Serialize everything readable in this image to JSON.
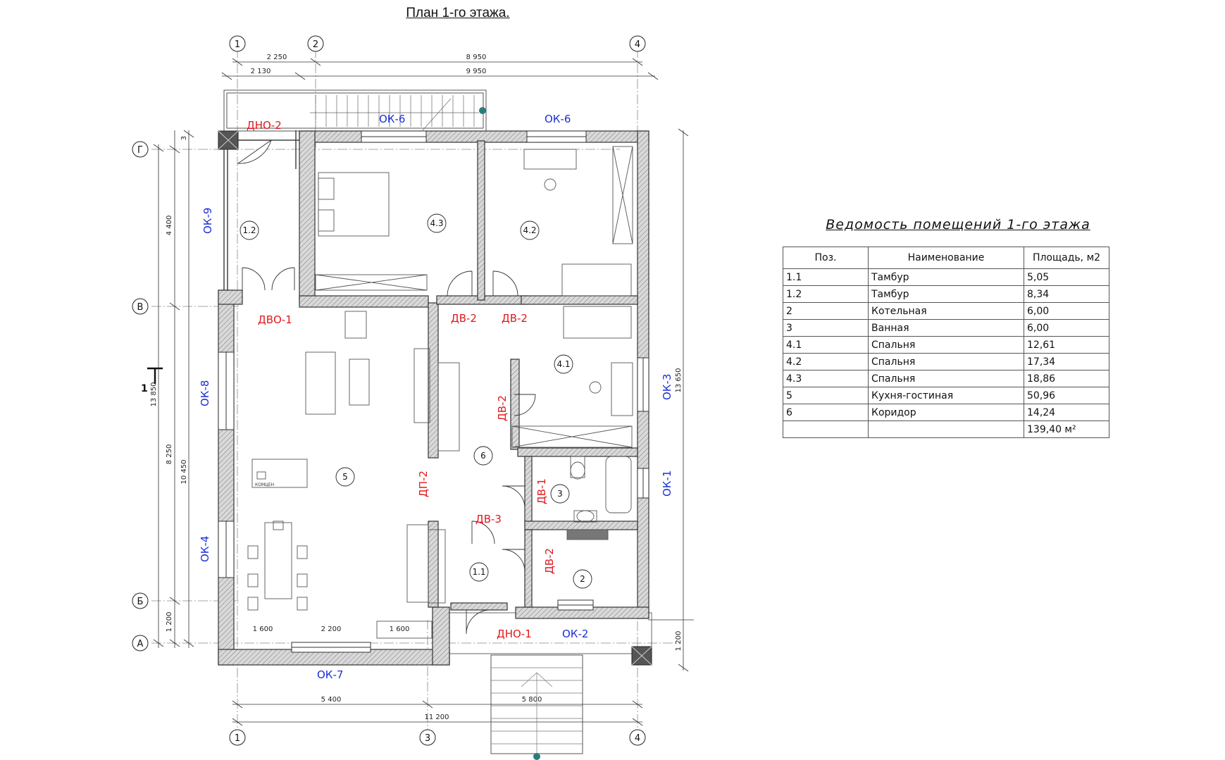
{
  "plan": {
    "title": "План 1-го этажа.",
    "axes": {
      "a1": "1",
      "a2": "2",
      "a3": "3",
      "a4": "4",
      "aA": "А",
      "aB": "Б",
      "aV": "В",
      "aG": "Г",
      "section": "1"
    },
    "dims": {
      "top1": "2 250",
      "top2": "8 950",
      "top3": "2 130",
      "top4": "9 950",
      "bot1": "5 400",
      "bot2": "5 800",
      "bot3": "11 200",
      "left1": "4 400",
      "left2": "13 850",
      "left3": "8 250",
      "left4": "10 450",
      "left5": "1 200",
      "left6": "3",
      "right1": "13 650",
      "right2": "1 200",
      "inner1": "1 600",
      "inner2": "2 200",
      "inner3": "1 600"
    },
    "doors": {
      "dno2": "ДНО-2",
      "dvo1": "ДВО-1",
      "dv2a": "ДВ-2",
      "dv2b": "ДВ-2",
      "dv2c": "ДВ-2",
      "dv2d": "ДВ-2",
      "dp2": "ДП-2",
      "dv3": "ДВ-3",
      "dv1": "ДВ-1",
      "dno1": "ДНО-1"
    },
    "windows": {
      "ok6a": "ОК-6",
      "ok6b": "ОК-6",
      "ok9": "ОК-9",
      "ok8": "ОК-8",
      "ok4": "ОК-4",
      "ok3": "ОК-3",
      "ok1": "ОК-1",
      "ok2": "ОК-2",
      "ok7": "ОК-7"
    },
    "rooms": {
      "r11": "1.1",
      "r12": "1.2",
      "r2": "2",
      "r3": "3",
      "r41": "4.1",
      "r42": "4.2",
      "r43": "4.3",
      "r5": "5",
      "r6": "6"
    },
    "furniture": {
      "boiler_label": "КОМЦЕН"
    }
  },
  "schedule": {
    "title": "Ведомость помещений 1-го этажа",
    "headers": [
      "Поз.",
      "Наименование",
      "Площадь, м2"
    ],
    "rows": [
      [
        "1.1",
        "Тамбур",
        "5,05"
      ],
      [
        "1.2",
        "Тамбур",
        "8,34"
      ],
      [
        "2",
        "Котельная",
        "6,00"
      ],
      [
        "3",
        "Ванная",
        "6,00"
      ],
      [
        "4.1",
        "Спальня",
        "12,61"
      ],
      [
        "4.2",
        "Спальня",
        "17,34"
      ],
      [
        "4.3",
        "Спальня",
        "18,86"
      ],
      [
        "5",
        "Кухня-гостиная",
        "50,96"
      ],
      [
        "6",
        "Коридор",
        "14,24"
      ],
      [
        "",
        "",
        "139,40 м²"
      ]
    ]
  },
  "colors": {
    "door_label": "#e0191c",
    "window_label": "#1b2fd6",
    "marker": "#2a7d7a"
  }
}
